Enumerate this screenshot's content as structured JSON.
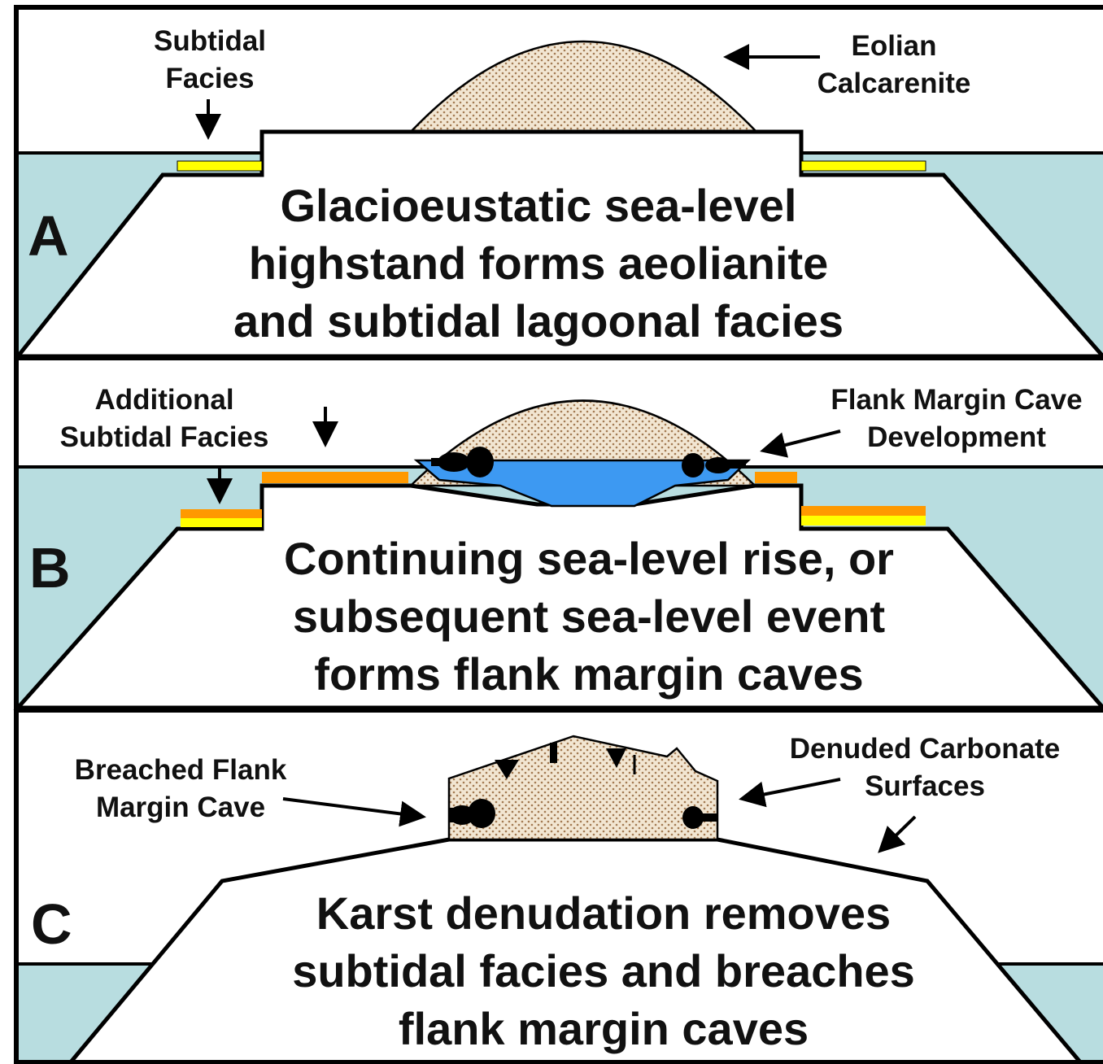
{
  "colors": {
    "sea": "#b8dde0",
    "sand": "#f2e6d2",
    "sand_dot": "#a37a52",
    "cave_water": "#3d99f2",
    "subtidal_yellow": "#ffff00",
    "subtidal_orange": "#ff9900",
    "outline": "#000000"
  },
  "panels": [
    {
      "letter": "A",
      "labels": {
        "subtidal": [
          "Subtidal",
          "Facies"
        ],
        "eolian": [
          "Eolian",
          "Calcarenite"
        ]
      },
      "caption": [
        "Glacioeustatic sea-level",
        "highstand forms aeolianite",
        "and subtidal lagoonal facies"
      ]
    },
    {
      "letter": "B",
      "labels": {
        "additional": [
          "Additional",
          "Subtidal Facies"
        ],
        "flank": [
          "Flank Margin Cave",
          "Development"
        ]
      },
      "caption": [
        "Continuing sea-level rise, or",
        "subsequent sea-level event",
        "forms flank margin caves"
      ]
    },
    {
      "letter": "C",
      "labels": {
        "breached": [
          "Breached Flank",
          "Margin Cave"
        ],
        "denuded": [
          "Denuded Carbonate",
          "Surfaces"
        ]
      },
      "caption": [
        "Karst denudation removes",
        "subtidal facies and breaches",
        "flank margin caves"
      ]
    }
  ]
}
